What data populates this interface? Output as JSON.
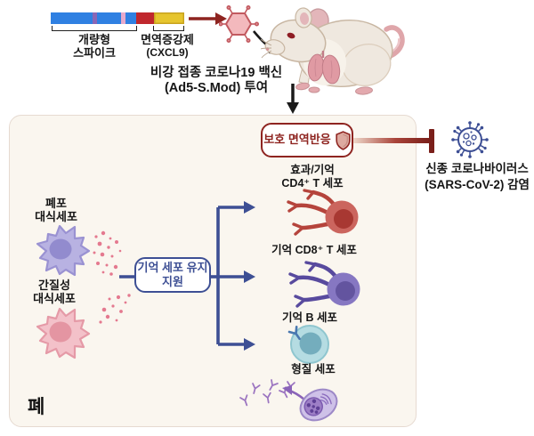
{
  "figure_type": "scientific-diagram",
  "top": {
    "construct": {
      "spike_line1": "개량형",
      "spike_line2": "스파이크",
      "adjuvant_line1": "면역증강제",
      "adjuvant_line2": "(CXCL9)"
    },
    "administration": {
      "line1": "비강 접종 코로나19 백신",
      "line2": "(Ad5-S.Mod) 투여"
    }
  },
  "lung_panel": {
    "organ_label": "폐",
    "protective_badge": {
      "line1": "보호",
      "line2": "면역반응"
    },
    "memory_support_box": {
      "line1": "기억 세포",
      "line2": "유지 지원"
    },
    "alveolar_macrophage": {
      "line1": "폐포",
      "line2": "대식세포"
    },
    "interstitial_macrophage": {
      "line1": "간질성",
      "line2": "대식세포"
    },
    "cd4_cell": {
      "line1": "효과/기억",
      "line2": "CD4⁺ T 세포"
    },
    "cd8_cell": {
      "label": "기억 CD8⁺ T 세포"
    },
    "b_cell": {
      "label": "기억 B 세포"
    },
    "plasma_cell": {
      "label": "형질 세포"
    }
  },
  "right": {
    "infection": {
      "line1": "신종 코로나바이러스",
      "line2": "(SARS-CoV-2) 감염"
    }
  },
  "icons": {
    "vaccine_particle": "hexagon-virus-icon",
    "mouse": "mouse-illustration",
    "shield": "shield-icon",
    "coronavirus": "coronavirus-icon",
    "antibody": "antibody-y-icon"
  },
  "colors": {
    "accent_red": "#8e2420",
    "accent_navy": "#3d4f94",
    "panel_bg": "#faf6ef",
    "spike_blue": "#2f80e2",
    "adjuvant_red": "#c0272d",
    "adjuvant_yellow": "#e6c52e",
    "cd4_red": "#cb655e",
    "cd8_purple": "#8677c2",
    "bcell_teal": "#b5dce2",
    "plasma_purple": "#cec1e8",
    "alveolar_purple": "#b8b2e2",
    "interstitial_pink": "#f3c1c9",
    "secreted_dots_pink": "#e4798f"
  }
}
